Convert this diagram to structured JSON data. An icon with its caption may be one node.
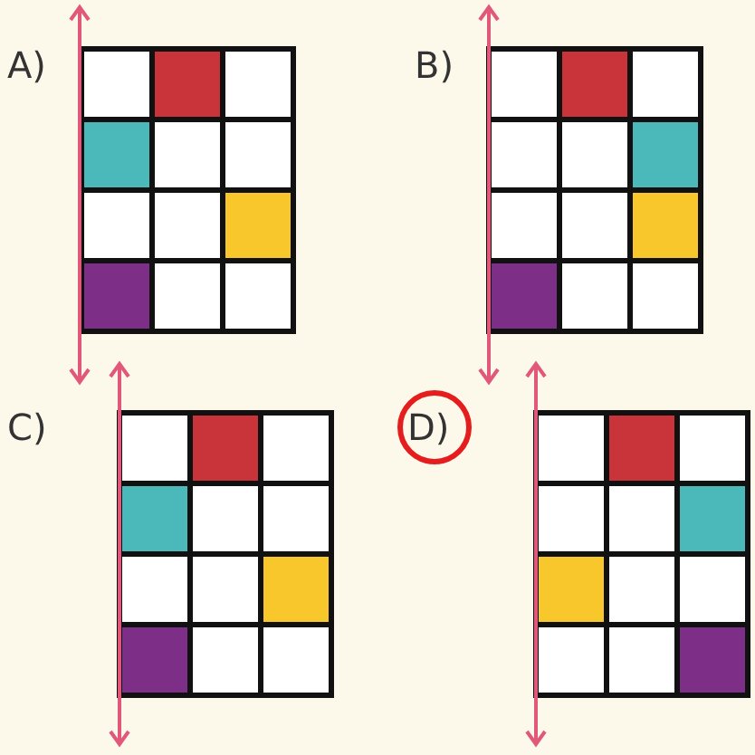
{
  "diagram": {
    "labels": [
      "A)",
      "B)",
      "C)",
      "D)"
    ]
  }
}
